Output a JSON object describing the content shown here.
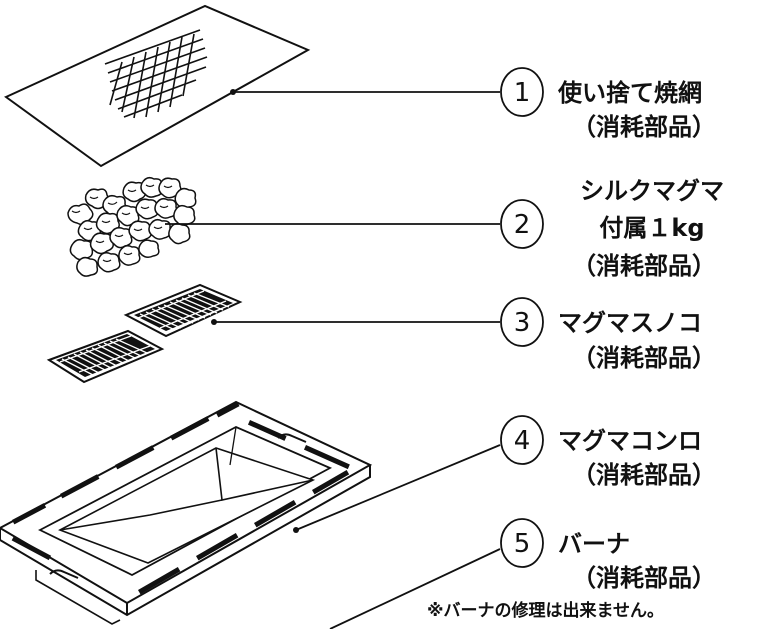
{
  "parts": [
    {
      "number": "1",
      "name_lines": [
        "使い捨て焼網",
        "（消耗部品）"
      ]
    },
    {
      "number": "2",
      "name_lines": [
        "シルクマグマ",
        "付属１kg",
        "（消耗部品）"
      ]
    },
    {
      "number": "3",
      "name_lines": [
        "マグマスノコ",
        "（消耗部品）"
      ]
    },
    {
      "number": "4",
      "name_lines": [
        "マグマコンロ",
        "（消耗部品）"
      ]
    },
    {
      "number": "5",
      "name_lines": [
        "バーナ",
        "（消耗部品）"
      ]
    }
  ],
  "footnote": "※バーナの修理は出来ません。"
}
